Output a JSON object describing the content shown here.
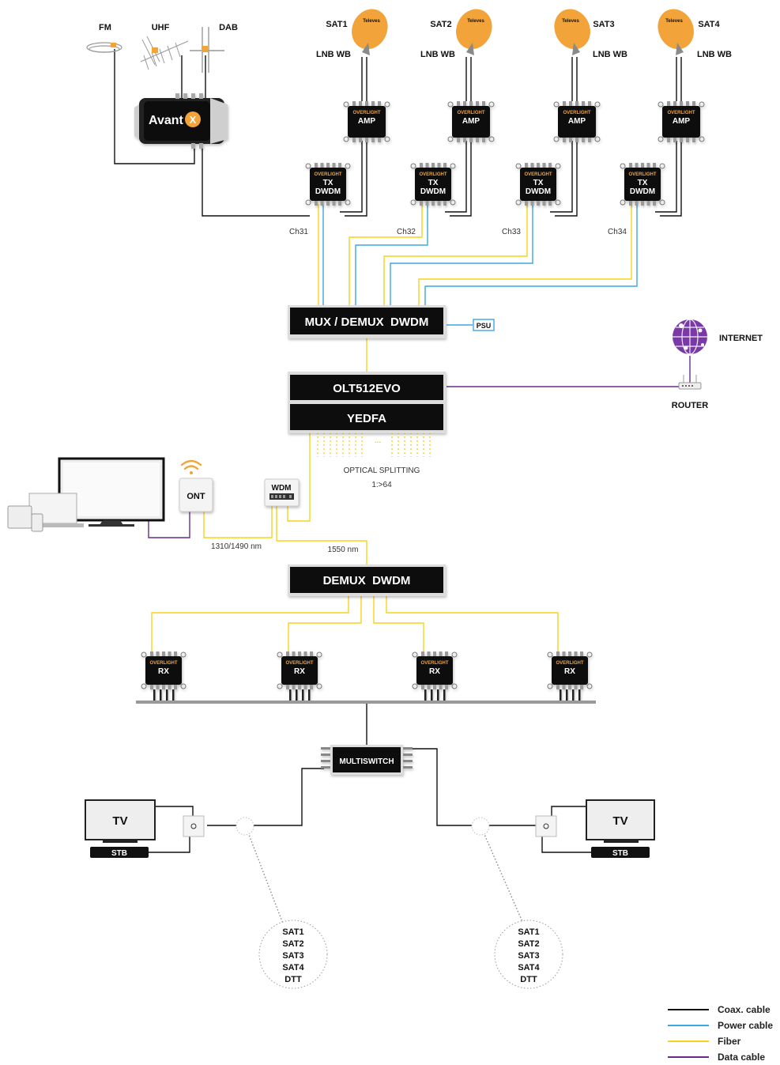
{
  "antennas": {
    "fm": "FM",
    "uhf": "UHF",
    "dab": "DAB"
  },
  "headend_brand": "Avant",
  "headend_mark": "X",
  "satellites": [
    {
      "label": "SAT1",
      "lnb": "LNB WB",
      "brand": "Televes",
      "channel": "Ch31"
    },
    {
      "label": "SAT2",
      "lnb": "LNB WB",
      "brand": "Televes",
      "channel": "Ch32"
    },
    {
      "label": "SAT3",
      "lnb": "LNB WB",
      "brand": "Televes",
      "channel": "Ch33"
    },
    {
      "label": "SAT4",
      "lnb": "LNB WB",
      "brand": "Televes",
      "channel": "Ch34"
    }
  ],
  "device_brand": "OVERLIGHT",
  "amp_label": "AMP",
  "tx_label_1": "TX",
  "tx_label_2": "DWDM",
  "rx_label": "RX",
  "mux_label": "MUX / DEMUX  DWDM",
  "psu_label": "PSU",
  "olt_label": "OLT512EVO",
  "yedfa_label": "YEDFA",
  "splitting_dots": "...",
  "internet_label": "INTERNET",
  "router_label": "ROUTER",
  "optical_splitting_label": "OPTICAL SPLITTING",
  "optical_splitting_ratio": "1:>64",
  "ont_label": "ONT",
  "wdm_label": "WDM",
  "wavelength_left": "1310/1490 nm",
  "wavelength_right": "1550 nm",
  "demux_label": "DEMUX  DWDM",
  "multiswitch_label": "MULTISWITCH",
  "tv_label": "TV",
  "stb_label": "STB",
  "outlet_services": [
    "SAT1",
    "SAT2",
    "SAT3",
    "SAT4",
    "DTT"
  ],
  "legend": [
    {
      "label": "Coax. cable",
      "color": "#111111"
    },
    {
      "label": "Power cable",
      "color": "#3ca7e0"
    },
    {
      "label": "Fiber",
      "color": "#f7d31c"
    },
    {
      "label": "Data cable",
      "color": "#6a2a8a"
    }
  ],
  "colors": {
    "coax": "#111111",
    "power": "#3ca7e0",
    "fiber": "#f7d31c",
    "data": "#6a2a8a",
    "dish": "#f2a33a",
    "overlight_accent": "#f2a33a",
    "box": "#111111"
  }
}
